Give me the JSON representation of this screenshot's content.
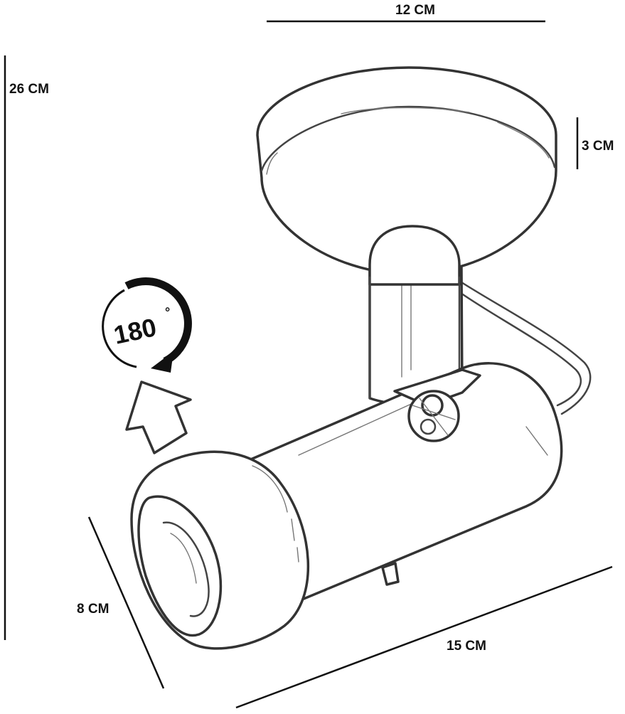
{
  "diagram": {
    "dimensions": {
      "width_top": "12 CM",
      "height_total": "26 CM",
      "base_height": "3 CM",
      "head_diameter": "8 CM",
      "body_length": "15 CM"
    },
    "rotation": {
      "value": "180",
      "unit": "°"
    },
    "colors": {
      "line": "#333333",
      "dimension": "#111111",
      "fill": "#ffffff"
    },
    "icons": [
      "rotation-arrow-icon",
      "up-arrow-icon"
    ]
  }
}
